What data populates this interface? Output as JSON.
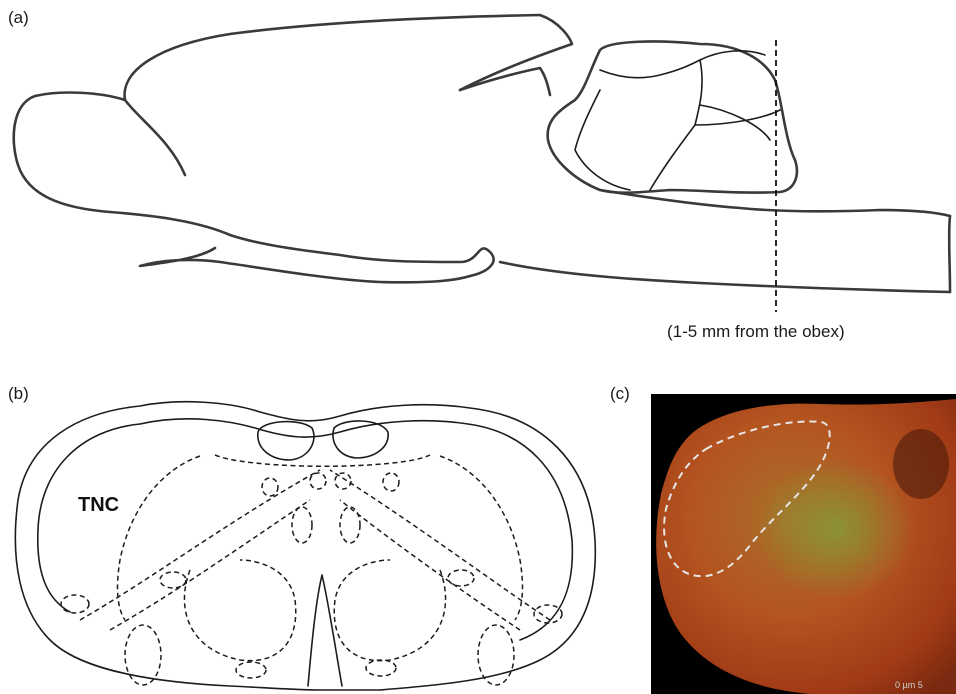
{
  "panels": {
    "a": {
      "label": "(a)",
      "annotation": "(1-5 mm from the obex)"
    },
    "b": {
      "label": "(b)",
      "region_label": "TNC"
    },
    "c": {
      "label": "(c)",
      "scale_bar": "0    µm    5"
    }
  },
  "colors": {
    "line": "#3a3a3a",
    "tissue_red": "#c24a1c",
    "tissue_green": "#6b9a2e",
    "background_micro": "#000000",
    "tnc_outline": "#e6e6e6"
  }
}
